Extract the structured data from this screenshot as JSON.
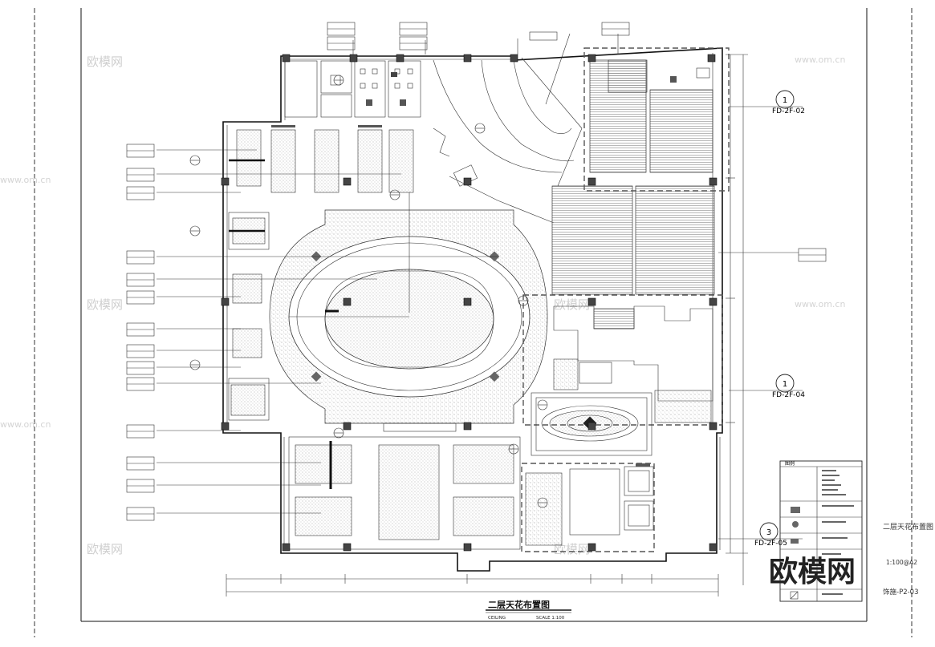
{
  "drawing": {
    "title": "二层天花布置图",
    "subtitle_left": "CEILING",
    "subtitle_scale": "SCALE 1:100"
  },
  "title_block": {
    "sheet_name": "二层天花布置图",
    "scale_sheet": "1:100@A2",
    "sheet_number": "饰施-P2-03"
  },
  "section_marks": [
    {
      "num": "1",
      "ref": "FD-2F-02"
    },
    {
      "num": "1",
      "ref": "FD-2F-04"
    },
    {
      "num": "3",
      "ref": "FD-2F-05"
    }
  ],
  "legend": {
    "heading": "图例"
  },
  "watermark": {
    "brand": "欧模网",
    "url": "www.om.cn"
  },
  "colors": {
    "line": "#222222",
    "hatch": "#8a8a8a",
    "watermark": "#cfcfcf"
  }
}
